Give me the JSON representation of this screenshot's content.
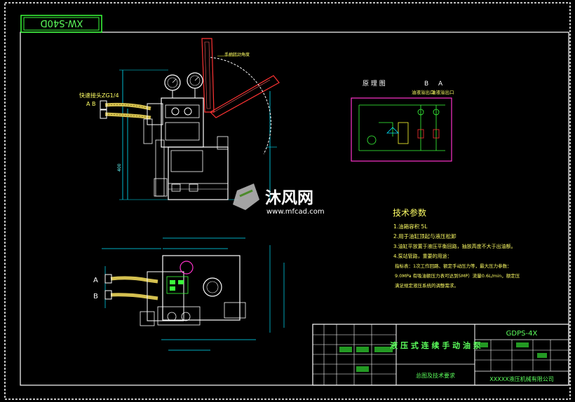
{
  "drawing": {
    "code_box": "XW-S40D",
    "watermark_cn": "沐风网",
    "watermark_url": "www.mfcad.com"
  },
  "side_view": {
    "port_label": "快速接头ZG1/4",
    "port_ab": "A  B"
  },
  "schematic": {
    "title": "原 理 图",
    "port_b": "B",
    "port_a": "A",
    "valve_left": "油液溢出口",
    "valve_right": "油液溢出口"
  },
  "tech_params": {
    "title": "技术参数",
    "items": [
      "1.油箱容积 5L",
      "2.用于油缸顶起与液压松卸",
      "3.油缸平放置于液压平衡回路，抽放高度不大于出油额。",
      "4.泵站管路，重要的用途：",
      "  指标表：1次工作回路、额定手动压力等，最大压力参数：",
      "  9.0MPa 有吸油额压力表可达到5MP）流量0.6L/min，额定压",
      "  满足规定液压系统的调整需求。"
    ]
  },
  "plan_view": {
    "label_a": "A",
    "label_b": "B"
  },
  "title_block": {
    "name": "液 压 式 连 续 手 动 油 泵",
    "model": "GDPS-4X",
    "company": "XXXXX液压机械有限公司",
    "material": "总图及技术要求"
  }
}
